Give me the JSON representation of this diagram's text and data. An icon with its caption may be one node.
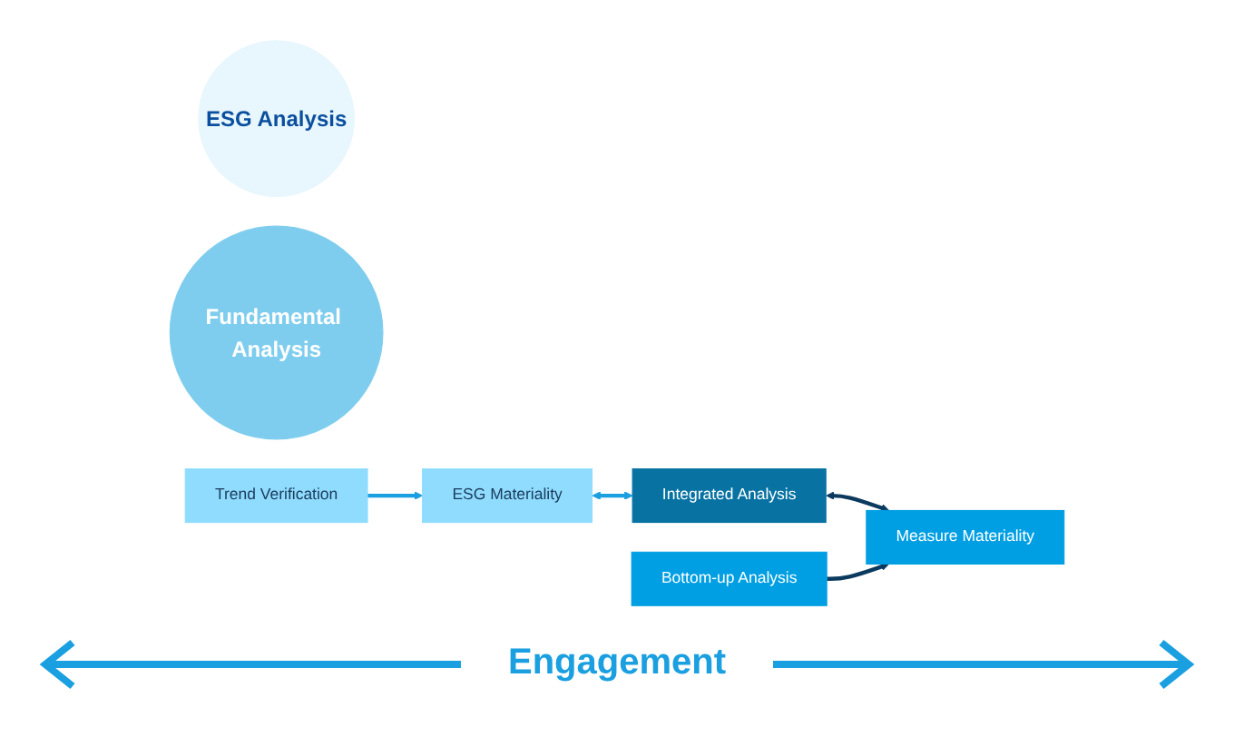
{
  "diagram": {
    "nodes": [
      {
        "text": [
          "ESG Analysis"
        ]
      },
      {
        "text": [
          "Fundamental Analysis"
        ]
      },
      {
        "text": [
          "Trend Verification"
        ]
      },
      {
        "text": [
          "ESG Materiality"
        ]
      },
      {
        "text": [
          "Integrated Analysis"
        ]
      },
      {
        "text": [
          "Measure Materiality"
        ]
      },
      {
        "text": [
          "Bottom-up Analysis"
        ]
      }
    ],
    "edges": [
      {
        "from": 2,
        "to": 3,
        "arrow": "to"
      },
      {
        "from": 3,
        "to": 4,
        "arrow": "both"
      },
      {
        "from": 4,
        "to": 5,
        "arrow": "both",
        "color": "#0b3a5e"
      },
      {
        "from": 6,
        "to": 5,
        "arrow": "to",
        "color": "#0b3a5e"
      }
    ],
    "labels": [
      "Engagement"
    ]
  }
}
